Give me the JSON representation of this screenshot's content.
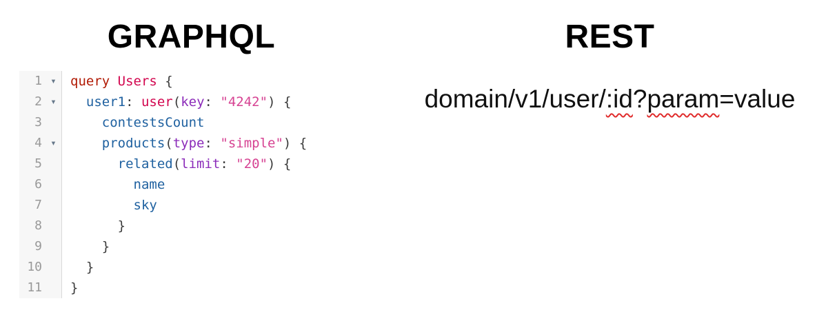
{
  "graphql_panel": {
    "title": "GRAPHQL",
    "editor": {
      "fold_arrow_glyph": "▾",
      "token_colors": {
        "keyword": "#B11A04",
        "def": "#D2054E",
        "property": "#1F61A0",
        "attribute": "#8B2BB9",
        "string": "#D64292",
        "punct": "#3b3b3b"
      },
      "gutter": {
        "background": "#f7f7f7",
        "border": "#d9d9d9",
        "number_color": "#999999",
        "arrow_color": "#66788a"
      },
      "lines": [
        {
          "num": "1",
          "fold": true,
          "tokens": [
            [
              "keyword",
              "query"
            ],
            [
              "punct",
              " "
            ],
            [
              "def",
              "Users"
            ],
            [
              "punct",
              " {"
            ]
          ]
        },
        {
          "num": "2",
          "fold": true,
          "tokens": [
            [
              "punct",
              "  "
            ],
            [
              "property",
              "user1"
            ],
            [
              "punct",
              ": "
            ],
            [
              "def",
              "user"
            ],
            [
              "punct",
              "("
            ],
            [
              "attribute",
              "key"
            ],
            [
              "punct",
              ": "
            ],
            [
              "string",
              "\"4242\""
            ],
            [
              "punct",
              ") {"
            ]
          ]
        },
        {
          "num": "3",
          "fold": false,
          "tokens": [
            [
              "punct",
              "    "
            ],
            [
              "property",
              "contestsCount"
            ]
          ]
        },
        {
          "num": "4",
          "fold": true,
          "tokens": [
            [
              "punct",
              "    "
            ],
            [
              "property",
              "products"
            ],
            [
              "punct",
              "("
            ],
            [
              "attribute",
              "type"
            ],
            [
              "punct",
              ": "
            ],
            [
              "string",
              "\"simple\""
            ],
            [
              "punct",
              ") {"
            ]
          ]
        },
        {
          "num": "5",
          "fold": false,
          "tokens": [
            [
              "punct",
              "      "
            ],
            [
              "property",
              "related"
            ],
            [
              "punct",
              "("
            ],
            [
              "attribute",
              "limit"
            ],
            [
              "punct",
              ": "
            ],
            [
              "string",
              "\"20\""
            ],
            [
              "punct",
              ") {"
            ]
          ]
        },
        {
          "num": "6",
          "fold": false,
          "tokens": [
            [
              "punct",
              "        "
            ],
            [
              "property",
              "name"
            ]
          ]
        },
        {
          "num": "7",
          "fold": false,
          "tokens": [
            [
              "punct",
              "        "
            ],
            [
              "property",
              "sky"
            ]
          ]
        },
        {
          "num": "8",
          "fold": false,
          "tokens": [
            [
              "punct",
              "      }"
            ]
          ]
        },
        {
          "num": "9",
          "fold": false,
          "tokens": [
            [
              "punct",
              "    }"
            ]
          ]
        },
        {
          "num": "10",
          "fold": false,
          "tokens": [
            [
              "punct",
              "  }"
            ]
          ]
        },
        {
          "num": "11",
          "fold": false,
          "tokens": [
            [
              "punct",
              "}"
            ]
          ]
        }
      ]
    }
  },
  "rest_panel": {
    "title": "REST",
    "url": {
      "full_text": "domain/v1/user/:id?param=value",
      "squiggle_color": "#e02b2b",
      "segments": [
        {
          "text": "domain/v1/user/",
          "squiggle": false
        },
        {
          "text": ":id",
          "squiggle": true
        },
        {
          "text": "?",
          "squiggle": false
        },
        {
          "text": "param",
          "squiggle": true
        },
        {
          "text": "=value",
          "squiggle": false
        }
      ]
    }
  }
}
